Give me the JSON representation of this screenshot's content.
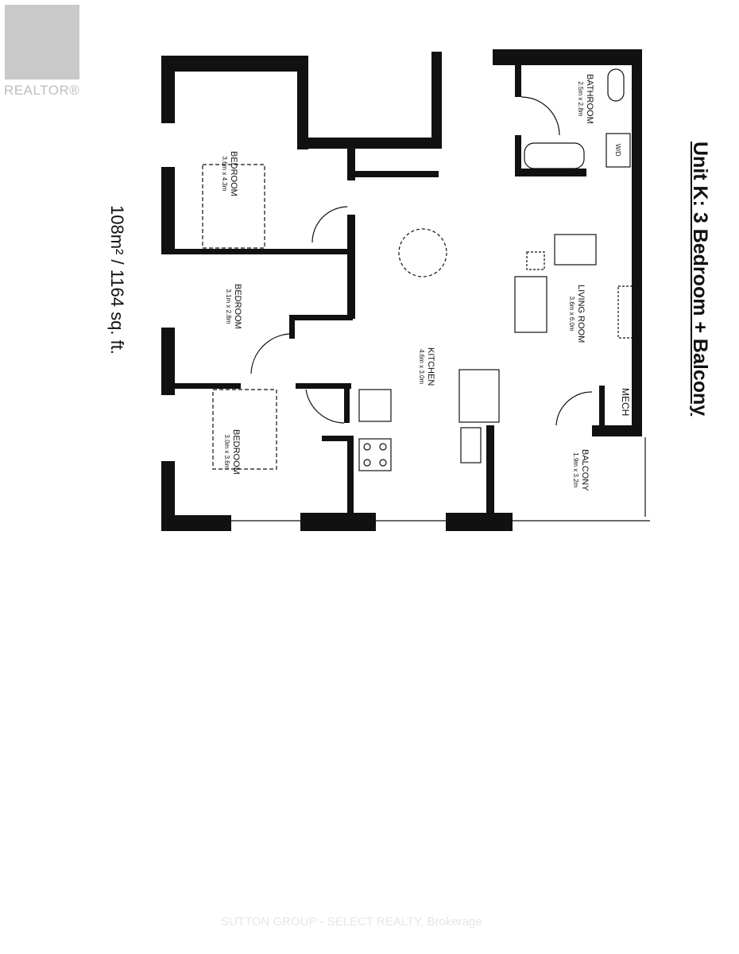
{
  "brand": {
    "logo_text": "REALTOR®"
  },
  "plan": {
    "title": "Unit K: 3 Bedroom + Balcony",
    "area": "108m² / 1164 sq. ft.",
    "rooms": [
      {
        "name": "BEDROOM",
        "dims": "3.6m x 4.3m"
      },
      {
        "name": "BEDROOM",
        "dims": "3.1m x 2.8m"
      },
      {
        "name": "BEDROOM",
        "dims": "3.0m x 3.6m"
      },
      {
        "name": "KITCHEN",
        "dims": "4.6m x 3.0m"
      },
      {
        "name": "LIVING ROOM",
        "dims": "3.6m x 6.0m"
      },
      {
        "name": "BATHROOM",
        "dims": "2.5m x 2.8m"
      },
      {
        "name": "BALCONY",
        "dims": "1.9m x 3.2m"
      }
    ],
    "mech_label": "MECH",
    "laundry_label": "W/D"
  },
  "footer": {
    "watermark": "SUTTON GROUP - SELECT REALTY, Brokerage"
  }
}
